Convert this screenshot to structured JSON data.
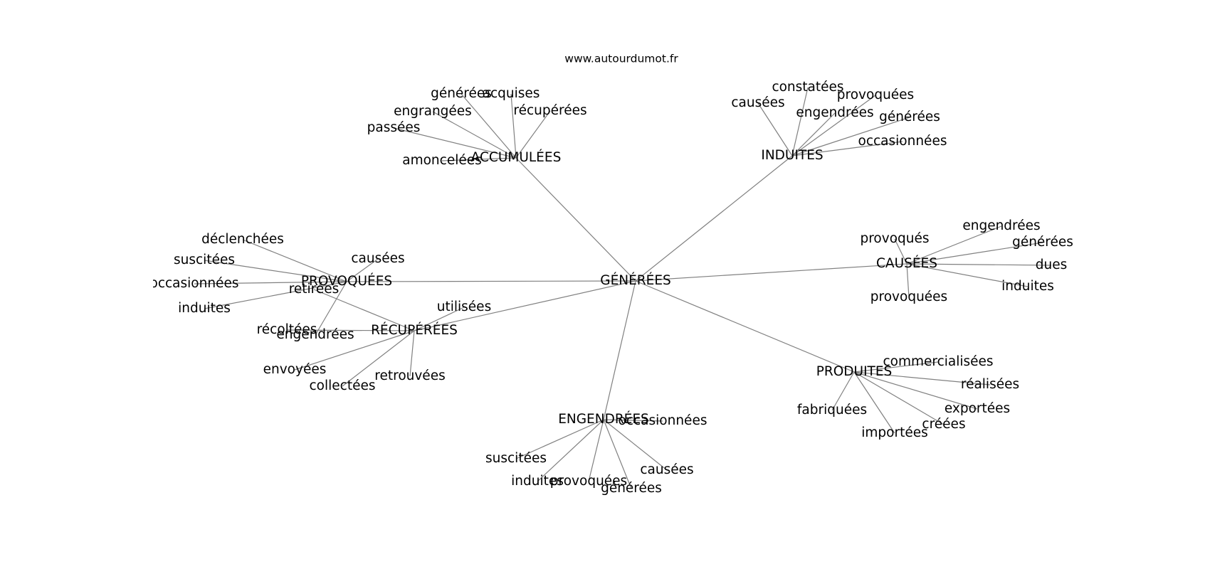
{
  "source": "www.autourdumot.fr",
  "line_color": "#808080",
  "text_color": "#000000",
  "center": "GÉNÉRÉES",
  "hubs": [
    {
      "label": "ACCUMULÉES",
      "children": [
        "générées",
        "acquises",
        "récupérées",
        "engrangées",
        "passées",
        "amoncelées"
      ]
    },
    {
      "label": "INDUITES",
      "children": [
        "constatées",
        "causées",
        "provoquées",
        "engendrées",
        "générées",
        "occasionnées"
      ]
    },
    {
      "label": "CAUSÉES",
      "children": [
        "provoqués",
        "engendrées",
        "générées",
        "dues",
        "induites",
        "provoquées"
      ]
    },
    {
      "label": "PRODUITES",
      "children": [
        "commercialisées",
        "réalisées",
        "exportées",
        "créées",
        "importées",
        "fabriquées"
      ]
    },
    {
      "label": "ENGENDRÉES",
      "children": [
        "occasionnées",
        "causées",
        "générées",
        "provoquées",
        "induites",
        "suscitées"
      ]
    },
    {
      "label": "RÉCUPÉRÉES",
      "children": [
        "utilisées",
        "récoltées",
        "envoyées",
        "collectées",
        "retrouvées",
        "retirées"
      ]
    },
    {
      "label": "PROVOQUÉES",
      "children": [
        "déclenchées",
        "suscitées",
        "occasionnées",
        "induites",
        "causées",
        "engendrées"
      ]
    }
  ]
}
